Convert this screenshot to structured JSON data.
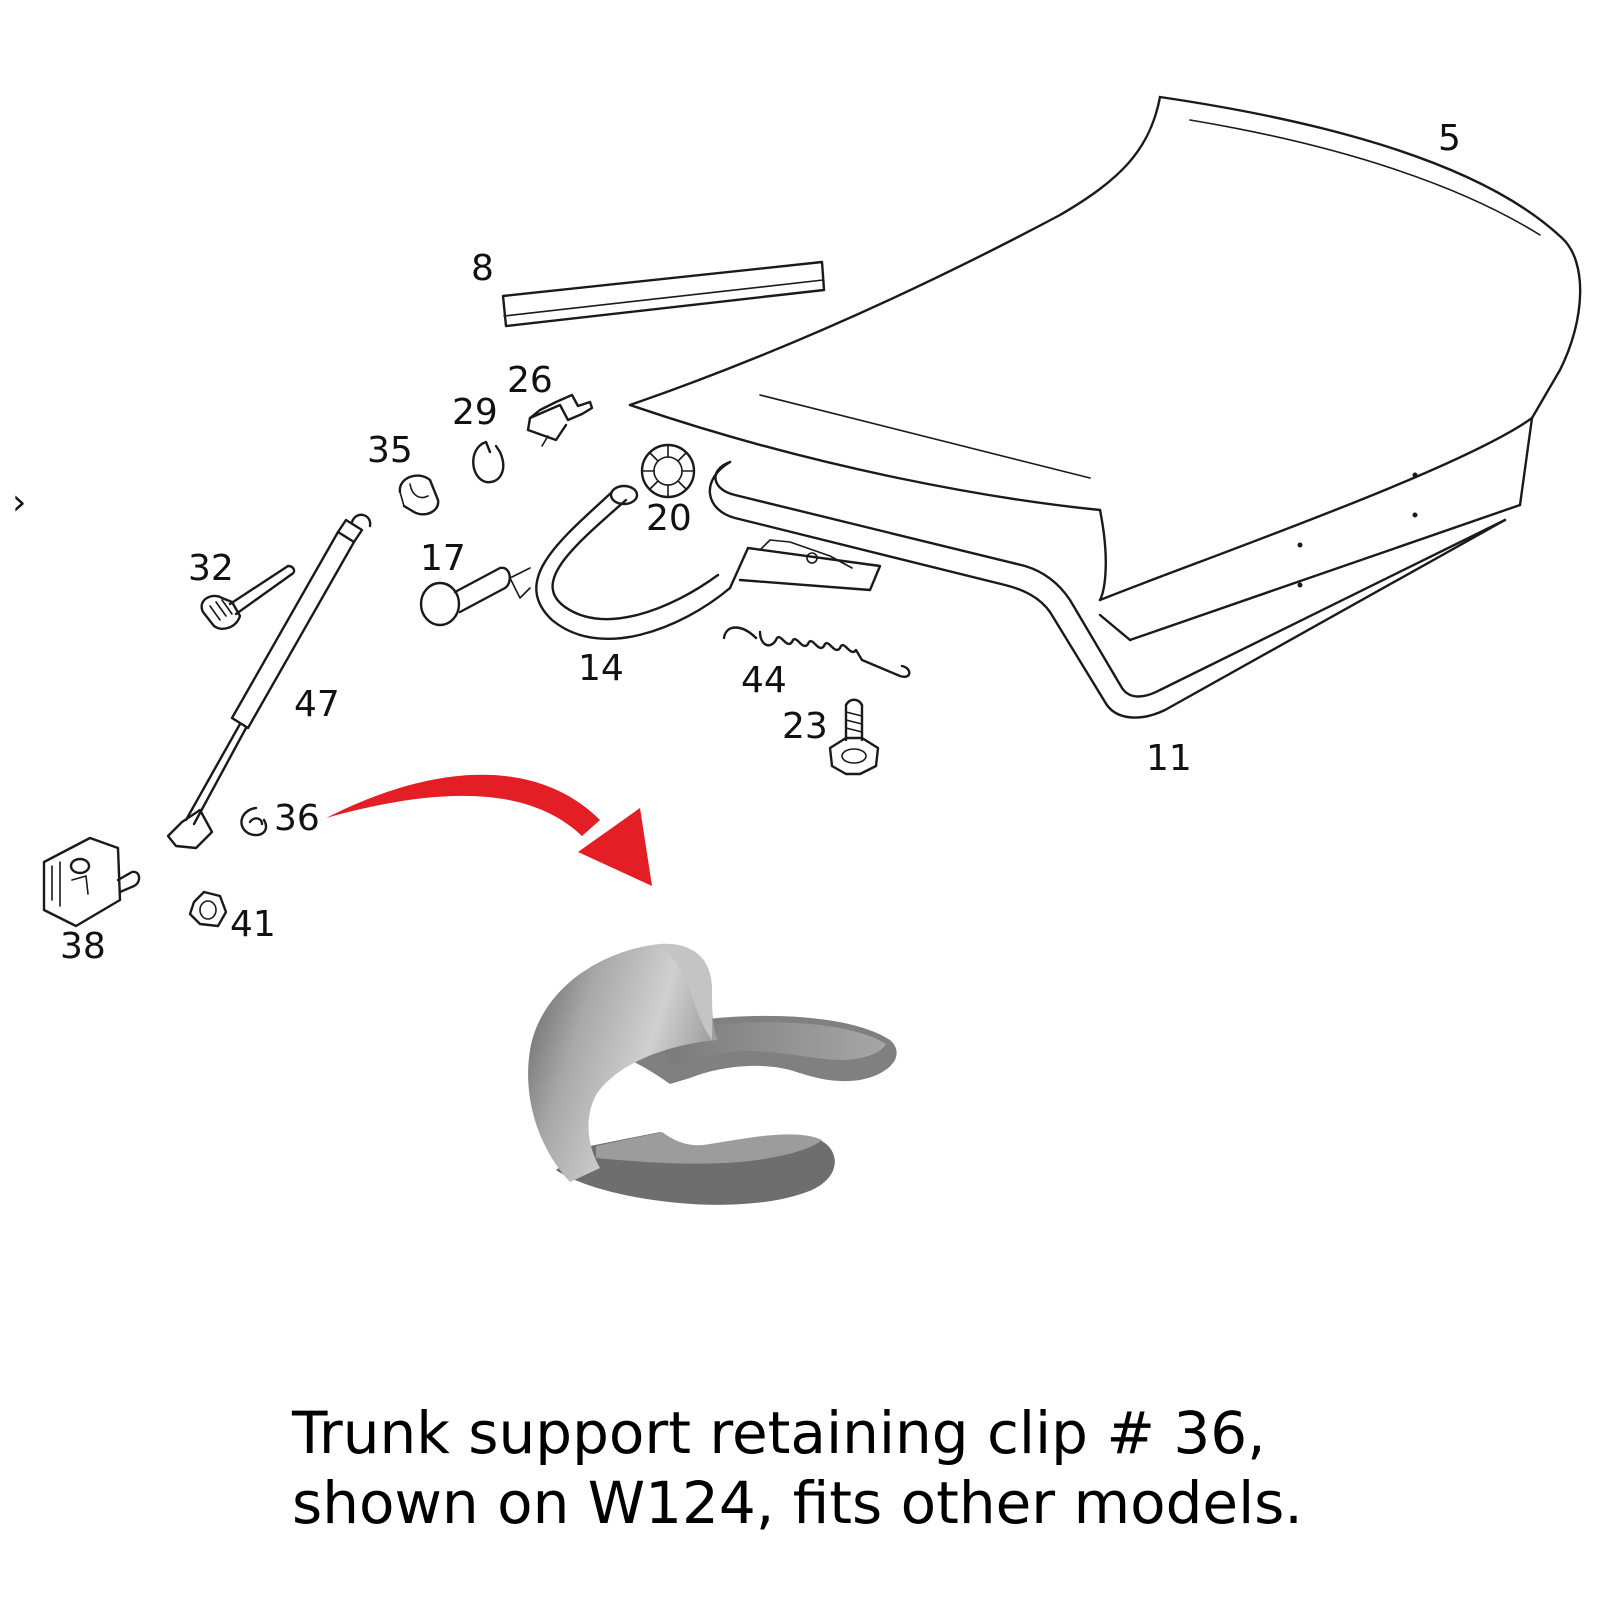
{
  "callouts": {
    "c5": "5",
    "c8": "8",
    "c26": "26",
    "c29": "29",
    "c35": "35",
    "c20": "20",
    "c17": "17",
    "c32": "32",
    "c14": "14",
    "c44": "44",
    "c47": "47",
    "c23": "23",
    "c11": "11",
    "c36": "36",
    "c38": "38",
    "c41": "41"
  },
  "side_glyph": "›",
  "caption": {
    "line1": "Trunk support retaining clip # 36,",
    "line2": "shown on W124, fits other models."
  },
  "colors": {
    "arrow": "#e31e24",
    "clip_light": "#b9b9b9",
    "clip_dark": "#5a5a5a",
    "line": "#1a1a1a"
  },
  "icons": {
    "highlight_arrow": "curved-arrow-icon",
    "clip_render": "retaining-clip-icon"
  }
}
